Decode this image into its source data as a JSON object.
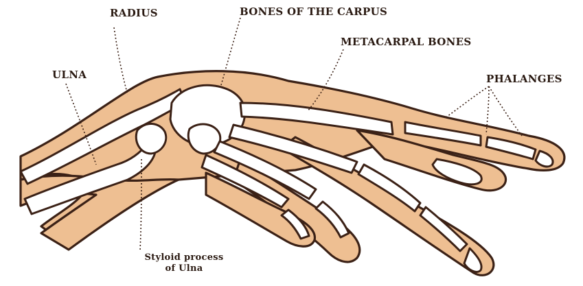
{
  "labels": {
    "radius": "RADIUS",
    "carpus": "BONES OF THE CARPUS",
    "metacarpal": "METACARPAL BONES",
    "ulna": "ULNA",
    "phalanges": "PHALANGES",
    "styloid_line1": "Styloid process",
    "styloid_line2": "of Ulna"
  },
  "colors": {
    "flesh": "#eebf92",
    "outline": "#3b2116",
    "bone": "#ffffff",
    "text": "#2a1a12"
  }
}
